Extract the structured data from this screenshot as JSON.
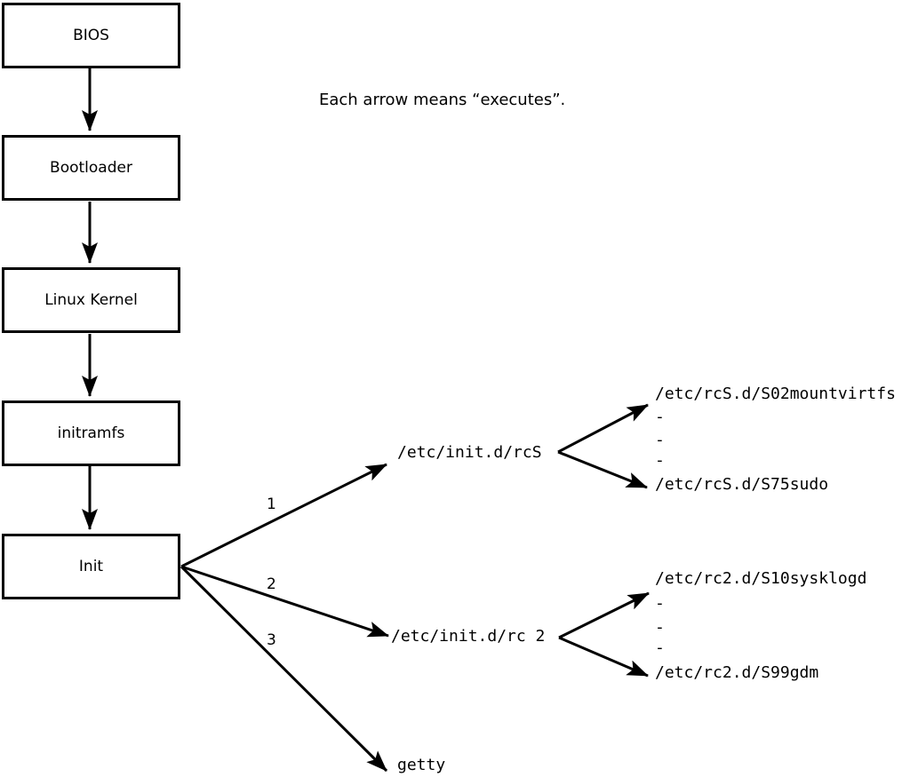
{
  "note": "Each arrow means “executes”.",
  "flow_boxes": [
    {
      "label": "BIOS"
    },
    {
      "label": "Bootloader"
    },
    {
      "label": "Linux Kernel"
    },
    {
      "label": "initramfs"
    },
    {
      "label": "Init"
    }
  ],
  "init_branches": [
    {
      "order": "1",
      "target": "/etc/init.d/rcS"
    },
    {
      "order": "2",
      "target": "/etc/init.d/rc 2"
    },
    {
      "order": "3",
      "target": "getty"
    }
  ],
  "rcS_scripts": [
    "/etc/rcS.d/S02mountvirtfs",
    "-",
    "-",
    "-",
    "/etc/rcS.d/S75sudo"
  ],
  "rc2_scripts": [
    "/etc/rc2.d/S10sysklogd",
    "-",
    "-",
    "-",
    "/etc/rc2.d/S99gdm"
  ],
  "colors": {
    "ink": "#000000",
    "background": "#ffffff"
  }
}
